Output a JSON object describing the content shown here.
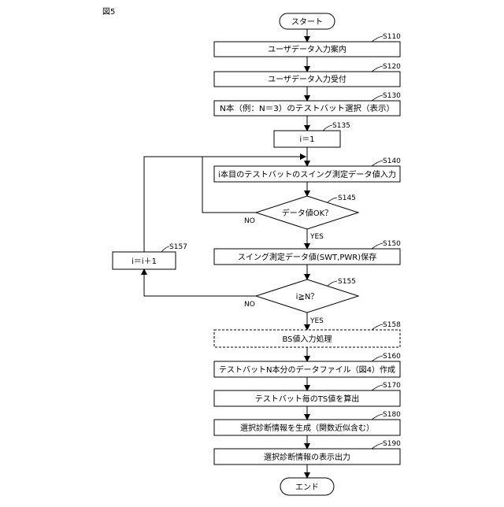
{
  "figure_label": "図5",
  "terminals": {
    "start": "スタート",
    "end": "エンド"
  },
  "steps": {
    "s110": {
      "id": "S110",
      "text": "ユーザデータ入力案内"
    },
    "s120": {
      "id": "S120",
      "text": "ユーザデータ入力受付"
    },
    "s130": {
      "id": "S130",
      "text": "N本（例：N＝3）のテストバット選択（表示）"
    },
    "s135": {
      "id": "S135",
      "text": "i＝1"
    },
    "s140": {
      "id": "S140",
      "text": "i本目のテストバットのスイング測定データ値入力"
    },
    "s145": {
      "id": "S145",
      "text": "データ値OK？"
    },
    "s150": {
      "id": "S150",
      "text": "スイング測定データ値(SWT,PWR)保存"
    },
    "s155": {
      "id": "S155",
      "text": "i≧N？"
    },
    "s157": {
      "id": "S157",
      "text": "i＝i＋1"
    },
    "s158": {
      "id": "S158",
      "text": "BS値入力処理"
    },
    "s160": {
      "id": "S160",
      "text": "テストバットN本分のデータファイル（図4）作成"
    },
    "s170": {
      "id": "S170",
      "text": "テストバット毎のTS値を算出"
    },
    "s180": {
      "id": "S180",
      "text": "選択診断情報を生成（関数近似含む）"
    },
    "s190": {
      "id": "S190",
      "text": "選択診断情報の表示出力"
    }
  },
  "branches": {
    "yes": "YES",
    "no": "NO"
  }
}
